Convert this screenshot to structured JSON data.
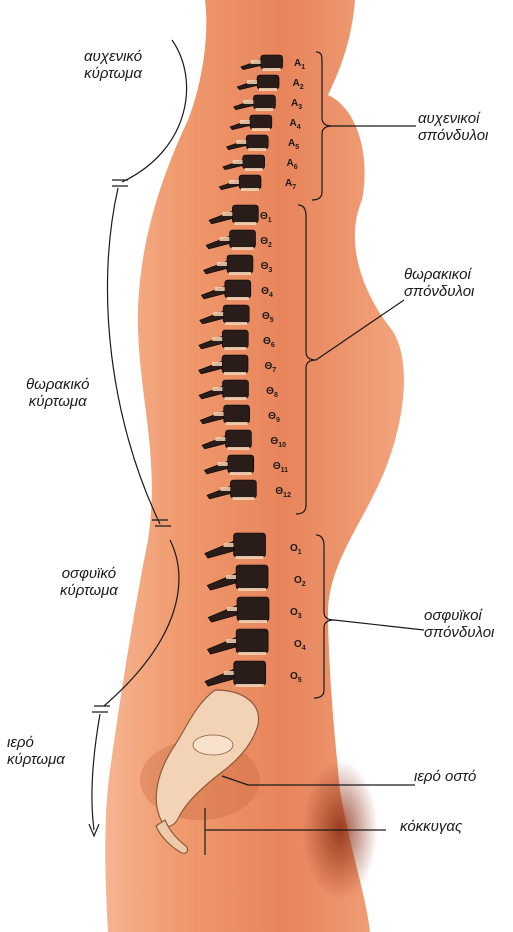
{
  "curvatures": {
    "cervical": [
      "αυχενικό",
      "κύρτωμα"
    ],
    "thoracic": [
      "θωρακικό",
      "κύρτωμα"
    ],
    "lumbar": [
      "οσφυϊκό",
      "κύρτωμα"
    ],
    "sacral": [
      "ιερό",
      "κύρτωμα"
    ]
  },
  "groups": {
    "cervical": [
      "αυχενικοί",
      "σπόνδυλοι"
    ],
    "thoracic": [
      "θωρακικοί",
      "σπόνδυλοι"
    ],
    "lumbar": [
      "οσφυϊκοί",
      "σπόνδυλοι"
    ]
  },
  "bones": {
    "sacrum": "ιερό οστό",
    "coccyx": "κόκκυγας"
  },
  "vertebrae": {
    "cervical": [
      {
        "letter": "A",
        "num": "1"
      },
      {
        "letter": "A",
        "num": "2"
      },
      {
        "letter": "A",
        "num": "3"
      },
      {
        "letter": "A",
        "num": "4"
      },
      {
        "letter": "A",
        "num": "5"
      },
      {
        "letter": "A",
        "num": "6"
      },
      {
        "letter": "A",
        "num": "7"
      }
    ],
    "thoracic": [
      {
        "letter": "Θ",
        "num": "1"
      },
      {
        "letter": "Θ",
        "num": "2"
      },
      {
        "letter": "Θ",
        "num": "3"
      },
      {
        "letter": "Θ",
        "num": "4"
      },
      {
        "letter": "Θ",
        "num": "5"
      },
      {
        "letter": "Θ",
        "num": "6"
      },
      {
        "letter": "Θ",
        "num": "7"
      },
      {
        "letter": "Θ",
        "num": "8"
      },
      {
        "letter": "Θ",
        "num": "9"
      },
      {
        "letter": "Θ",
        "num": "10"
      },
      {
        "letter": "Θ",
        "num": "11"
      },
      {
        "letter": "Θ",
        "num": "12"
      }
    ],
    "lumbar": [
      {
        "letter": "Ο",
        "num": "1"
      },
      {
        "letter": "Ο",
        "num": "2"
      },
      {
        "letter": "Ο",
        "num": "3"
      },
      {
        "letter": "Ο",
        "num": "4"
      },
      {
        "letter": "Ο",
        "num": "5"
      }
    ]
  },
  "colors": {
    "skin": "#e9835a",
    "skin_light": "#f6b491",
    "bone": "#f3d3b5",
    "vertebra": "#2a1c18",
    "ink": "#1a1a1a"
  }
}
